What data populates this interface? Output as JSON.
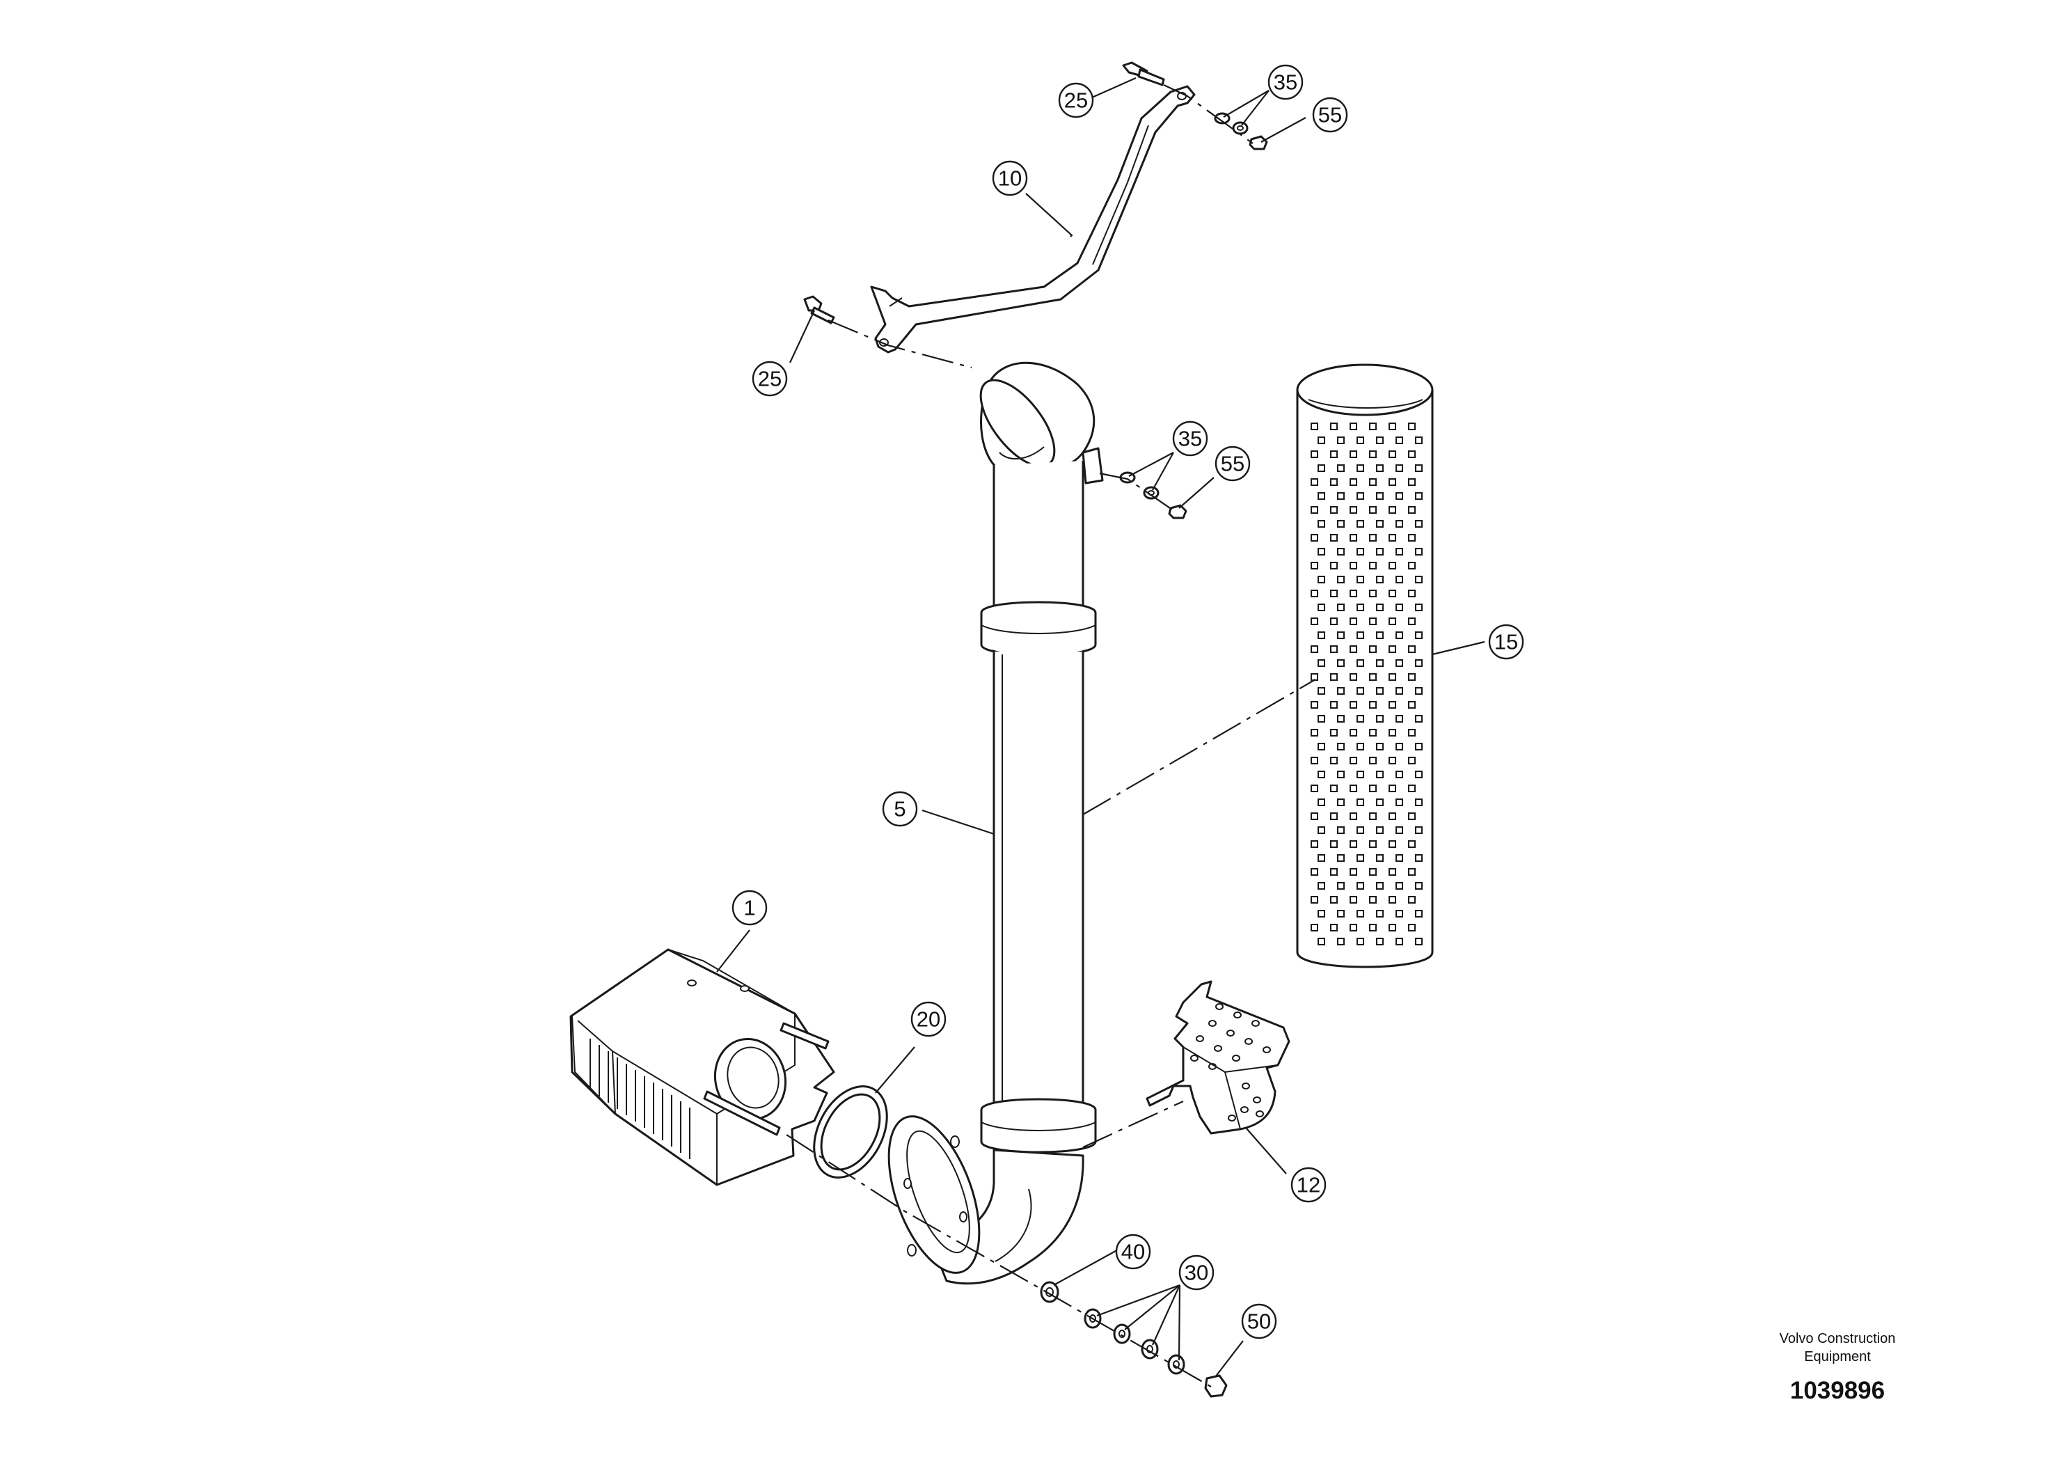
{
  "drawing": {
    "publisher_line1": "Volvo Construction",
    "publisher_line2": "Equipment",
    "drawing_number": "1039896"
  },
  "balloons": [
    {
      "id": "b25a",
      "label": "25"
    },
    {
      "id": "b35a",
      "label": "35"
    },
    {
      "id": "b55a",
      "label": "55"
    },
    {
      "id": "b10",
      "label": "10"
    },
    {
      "id": "b25b",
      "label": "25"
    },
    {
      "id": "b35b",
      "label": "35"
    },
    {
      "id": "b55b",
      "label": "55"
    },
    {
      "id": "b15",
      "label": "15"
    },
    {
      "id": "b5",
      "label": "5"
    },
    {
      "id": "b1",
      "label": "1"
    },
    {
      "id": "b20",
      "label": "20"
    },
    {
      "id": "b12",
      "label": "12"
    },
    {
      "id": "b40",
      "label": "40"
    },
    {
      "id": "b30",
      "label": "30"
    },
    {
      "id": "b50",
      "label": "50"
    }
  ]
}
